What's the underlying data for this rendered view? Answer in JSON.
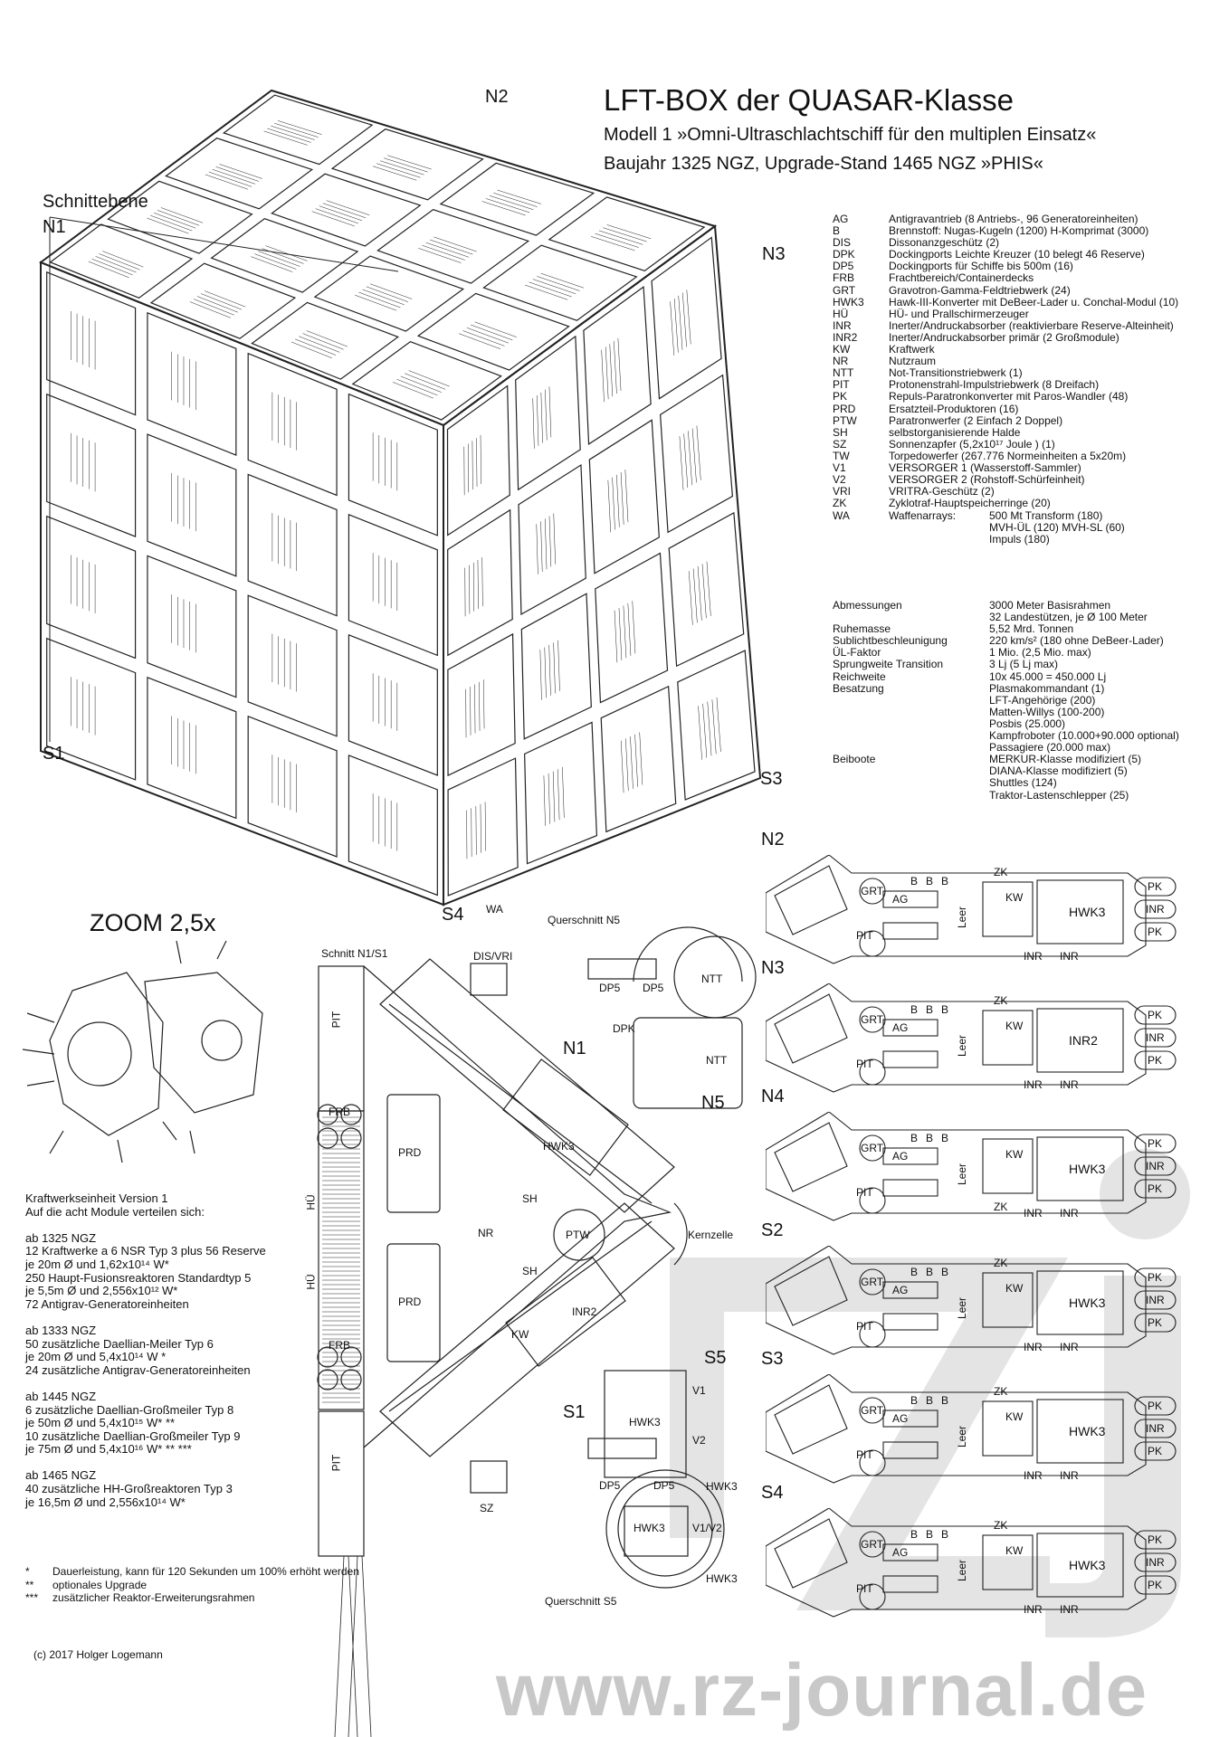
{
  "title": "LFT-BOX der QUASAR-Klasse",
  "subtitle1": "Modell 1 »Omni-Ultraschlachtschiff für den multiplen Einsatz«",
  "subtitle2": "Baujahr 1325 NGZ, Upgrade-Stand 1465 NGZ »PHIS«",
  "legend": [
    {
      "k": "AG",
      "v": "Antigravantrieb (8 Antriebs-, 96 Generatoreinheiten)"
    },
    {
      "k": "B",
      "v": "Brennstoff: Nugas-Kugeln (1200) H-Komprimat (3000)"
    },
    {
      "k": "DIS",
      "v": "Dissonanzgeschütz (2)"
    },
    {
      "k": "DPK",
      "v": "Dockingports Leichte Kreuzer (10 belegt 46 Reserve)"
    },
    {
      "k": "DP5",
      "v": "Dockingports für Schiffe bis 500m (16)"
    },
    {
      "k": "FRB",
      "v": "Frachtbereich/Containerdecks"
    },
    {
      "k": "GRT",
      "v": "Gravotron-Gamma-Feldtriebwerk (24)"
    },
    {
      "k": "HWK3",
      "v": "Hawk-III-Konverter mit DeBeer-Lader u. Conchal-Modul (10)"
    },
    {
      "k": "HÜ",
      "v": "HÜ- und Prallschirmerzeuger"
    },
    {
      "k": "INR",
      "v": "Inerter/Andruckabsorber (reaktivierbare Reserve-Alteinheit)"
    },
    {
      "k": "INR2",
      "v": "Inerter/Andruckabsorber primär (2 Großmodule)"
    },
    {
      "k": "KW",
      "v": "Kraftwerk"
    },
    {
      "k": "NR",
      "v": "Nutzraum"
    },
    {
      "k": "NTT",
      "v": "Not-Transitionstriebwerk (1)"
    },
    {
      "k": "PIT",
      "v": "Protonenstrahl-Impulstriebwerk (8 Dreifach)"
    },
    {
      "k": "PK",
      "v": "Repuls-Paratronkonverter mit Paros-Wandler (48)"
    },
    {
      "k": "PRD",
      "v": "Ersatzteil-Produktoren (16)"
    },
    {
      "k": "PTW",
      "v": "Paratronwerfer (2 Einfach 2 Doppel)"
    },
    {
      "k": "SH",
      "v": "selbstorganisierende Halde"
    },
    {
      "k": "SZ",
      "v": "Sonnenzapfer (5,2x10¹⁷ Joule ) (1)"
    },
    {
      "k": "TW",
      "v": "Torpedowerfer (267.776 Normeinheiten a 5x20m)"
    },
    {
      "k": "V1",
      "v": "VERSORGER 1 (Wasserstoff-Sammler)"
    },
    {
      "k": "V2",
      "v": "VERSORGER 2 (Rohstoff-Schürfeinheit)"
    },
    {
      "k": "VRI",
      "v": "VRITRA-Geschütz (2)"
    },
    {
      "k": "ZK",
      "v": "Zyklotraf-Hauptspeicherringe (20)"
    }
  ],
  "weapons": {
    "k": "WA",
    "v": "Waffenarrays:",
    "lines": [
      "500 Mt Transform (180)",
      "MVH-ÜL (120)   MVH-SL (60)",
      "Impuls (180)"
    ]
  },
  "specs": [
    {
      "k": "Abmessungen",
      "v": "3000 Meter Basisrahmen"
    },
    {
      "k": "",
      "v": "32 Landestützen, je Ø 100 Meter"
    },
    {
      "k": "Ruhemasse",
      "v": "5,52 Mrd. Tonnen"
    },
    {
      "k": "Sublichtbeschleunigung",
      "v": "220 km/s² (180 ohne DeBeer-Lader)"
    },
    {
      "k": "ÜL-Faktor",
      "v": "1 Mio. (2,5 Mio. max)"
    },
    {
      "k": "Sprungweite Transition",
      "v": "3 Lj (5 Lj max)"
    },
    {
      "k": "Reichweite",
      "v": "10x 45.000 = 450.000 Lj"
    },
    {
      "k": "Besatzung",
      "v": "Plasmakommandant (1)"
    },
    {
      "k": "",
      "v": "LFT-Angehörige (200)"
    },
    {
      "k": "",
      "v": "Matten-Willys (100-200)"
    },
    {
      "k": "",
      "v": "Posbis (25.000)"
    },
    {
      "k": "",
      "v": "Kampfroboter (10.000+90.000 optional)"
    },
    {
      "k": "",
      "v": "Passagiere (20.000 max)"
    },
    {
      "k": "Beiboote",
      "v": "MERKUR-Klasse modifiziert (5)"
    },
    {
      "k": "",
      "v": "DIANA-Klasse modifiziert (5)"
    },
    {
      "k": "",
      "v": "Shuttles (124)"
    },
    {
      "k": "",
      "v": "Traktor-Lastenschlepper (25)"
    }
  ],
  "cube_labels": {
    "n1": "N1",
    "n2": "N2",
    "n3": "N3",
    "s1": "S1",
    "s3": "S3",
    "s4": "S4",
    "wa": "WA",
    "schnittebene": "Schnittebene"
  },
  "zoom_label": "ZOOM 2,5x",
  "kraftwerk": [
    "Kraftwerkseinheit Version 1",
    "Auf die acht Module verteilen sich:",
    "",
    "ab 1325 NGZ",
    "12 Kraftwerke a 6 NSR Typ 3 plus 56 Reserve",
    "je 20m Ø und 1,62x10¹⁴ W*",
    "250 Haupt-Fusionsreaktoren Standardtyp 5",
    "je 5,5m Ø und 2,556x10¹² W*",
    "72 Antigrav-Generatoreinheiten",
    "",
    "ab 1333 NGZ",
    "50 zusätzliche Daellian-Meiler Typ 6",
    "je 20m Ø und 5,4x10¹⁴ W *",
    "24 zusätzliche Antigrav-Generatoreinheiten",
    "",
    "ab 1445 NGZ",
    "6 zusätzliche Daellian-Großmeiler Typ 8",
    "je 50m Ø und 5,4x10¹⁵ W* **",
    "10 zusätzliche Daellian-Großmeiler Typ 9",
    "je 75m Ø und 5,4x10¹⁶ W* ** ***",
    "",
    "ab 1465 NGZ",
    "40 zusätzliche HH-Großreaktoren Typ 3",
    "je 16,5m Ø und 2,556x10¹⁴ W*"
  ],
  "footnotes": [
    {
      "m": "*",
      "t": "Dauerleistung, kann für 120 Sekunden um 100% erhöht werden"
    },
    {
      "m": "**",
      "t": "optionales Upgrade"
    },
    {
      "m": "***",
      "t": "zusätzlicher Reaktor-Erweiterungsrahmen"
    }
  ],
  "section": {
    "schnitt": "Schnitt N1/S1",
    "disvri": "DIS/VRI",
    "quer_n5": "Querschnitt N5",
    "ntt": "NTT",
    "dp5": "DP5",
    "dpk": "DPK",
    "n5": "N5",
    "n1": "N1",
    "s1": "S1",
    "s5": "S5",
    "pit": "PIT",
    "frb": "FRB",
    "prd": "PRD",
    "nr": "NR",
    "hu": "HÜ",
    "sh": "SH",
    "ptw": "PTW",
    "kernzelle": "Kernzelle",
    "hwk3": "HWK3",
    "inr2": "INR2",
    "kw": "KW",
    "v1": "V1",
    "v2": "V2",
    "sz": "SZ",
    "quer_s5": "Querschnitt S5",
    "v1v2": "V1/V2",
    "pk": "PK",
    "inr": "INR",
    "grt": "GRT",
    "ag": "AG",
    "b": "B",
    "leer": "Leer"
  },
  "modules": [
    {
      "name": "N2",
      "core": "HWK3",
      "zk_top": true
    },
    {
      "name": "N3",
      "core": "INR2",
      "zk_top": true
    },
    {
      "name": "N4",
      "core": "HWK3",
      "zk_top": false
    },
    {
      "name": "S2",
      "core": "HWK3",
      "zk_top": true
    },
    {
      "name": "S3",
      "core": "HWK3",
      "zk_top": true
    },
    {
      "name": "S4",
      "core": "HWK3",
      "zk_top": true
    }
  ],
  "module_labels": {
    "grt": "GRT",
    "ag": "AG",
    "b": "B",
    "zk": "ZK",
    "kw": "KW",
    "pit": "PIT",
    "leer": "Leer",
    "pk": "PK",
    "inr": "INR"
  },
  "watermark": "www.rz-journal.de",
  "copyright": "(c) 2017 Holger Logemann"
}
